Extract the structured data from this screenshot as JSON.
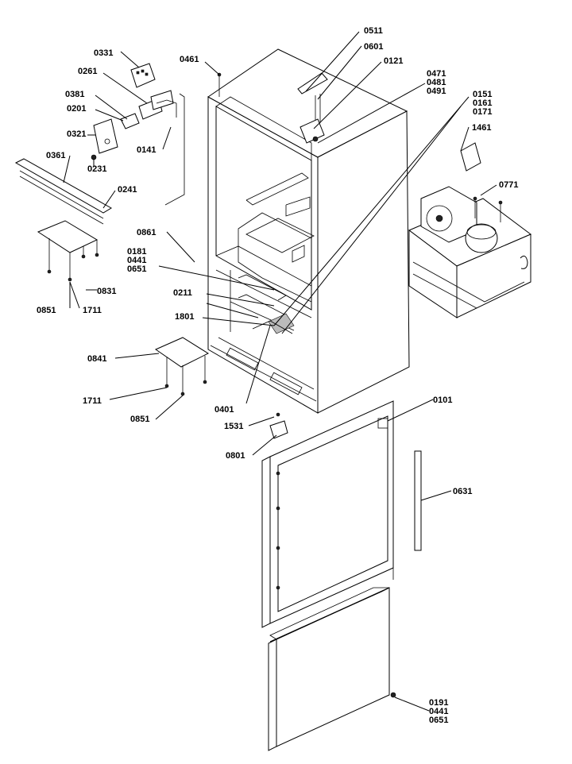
{
  "callouts": [
    {
      "id": "c0331",
      "lines": [
        "0331"
      ]
    },
    {
      "id": "c0261",
      "lines": [
        "0261"
      ]
    },
    {
      "id": "c0381",
      "lines": [
        "0381"
      ]
    },
    {
      "id": "c0201",
      "lines": [
        "0201"
      ]
    },
    {
      "id": "c0321",
      "lines": [
        "0321"
      ]
    },
    {
      "id": "c0231",
      "lines": [
        "0231"
      ]
    },
    {
      "id": "c0141",
      "lines": [
        "0141"
      ]
    },
    {
      "id": "c0361",
      "lines": [
        "0361"
      ]
    },
    {
      "id": "c0241",
      "lines": [
        "0241"
      ]
    },
    {
      "id": "c0461",
      "lines": [
        "0461"
      ]
    },
    {
      "id": "c0511",
      "lines": [
        "0511"
      ]
    },
    {
      "id": "c0601",
      "lines": [
        "0601"
      ]
    },
    {
      "id": "c0121",
      "lines": [
        "0121"
      ]
    },
    {
      "id": "c0471",
      "lines": [
        "0471",
        "0481",
        "0491"
      ]
    },
    {
      "id": "c0151",
      "lines": [
        "0151",
        "0161",
        "0171"
      ]
    },
    {
      "id": "c1461",
      "lines": [
        "1461"
      ]
    },
    {
      "id": "c0771",
      "lines": [
        "0771"
      ]
    },
    {
      "id": "c0861",
      "lines": [
        "0861"
      ]
    },
    {
      "id": "c0181",
      "lines": [
        "0181",
        "0441",
        "0651"
      ]
    },
    {
      "id": "c0831",
      "lines": [
        "0831"
      ]
    },
    {
      "id": "c0851a",
      "lines": [
        "0851"
      ]
    },
    {
      "id": "c1711a",
      "lines": [
        "1711"
      ]
    },
    {
      "id": "c0211",
      "lines": [
        "0211"
      ]
    },
    {
      "id": "c1801",
      "lines": [
        "1801"
      ]
    },
    {
      "id": "c0841",
      "lines": [
        "0841"
      ]
    },
    {
      "id": "c1711b",
      "lines": [
        "1711"
      ]
    },
    {
      "id": "c0851b",
      "lines": [
        "0851"
      ]
    },
    {
      "id": "c0401",
      "lines": [
        "0401"
      ]
    },
    {
      "id": "c1531",
      "lines": [
        "1531"
      ]
    },
    {
      "id": "c0801",
      "lines": [
        "0801"
      ]
    },
    {
      "id": "c0101",
      "lines": [
        "0101"
      ]
    },
    {
      "id": "c0631",
      "lines": [
        "0631"
      ]
    },
    {
      "id": "c0191",
      "lines": [
        "0191",
        "0441",
        "0651"
      ]
    }
  ]
}
